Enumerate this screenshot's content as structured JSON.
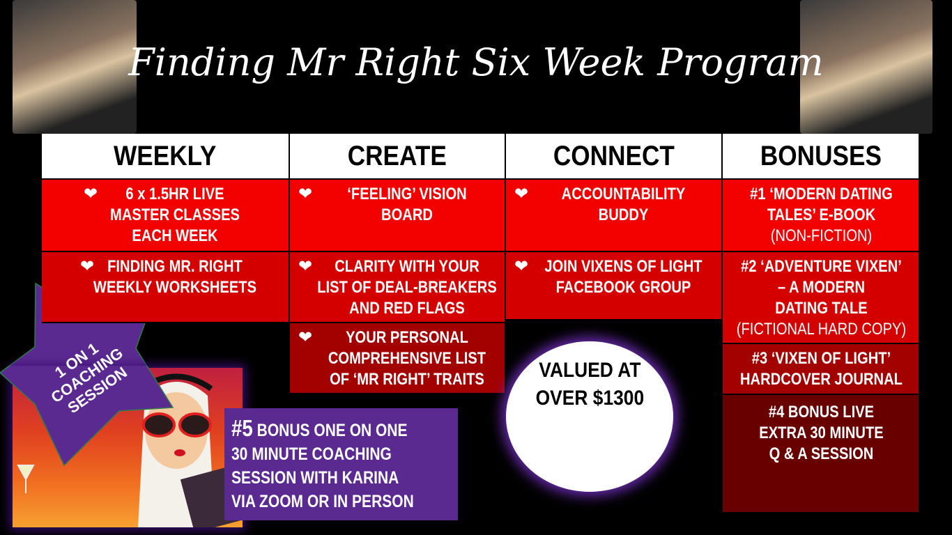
{
  "title": "Finding Mr Right Six Week Program",
  "columns": [
    {
      "header": "WEEKLY",
      "items": [
        "6 x 1.5HR LIVE\nMASTER CLASSES\nEACH WEEK",
        "FINDING MR. RIGHT\nWEEKLY WORKSHEETS"
      ]
    },
    {
      "header": "CREATE",
      "items": [
        "‘FEELING’ VISION\nBOARD",
        "CLARITY WITH YOUR\nLIST OF DEAL-BREAKERS\nAND RED FLAGS",
        "YOUR PERSONAL\nCOMPREHENSIVE LIST\nOF ‘MR RIGHT’ TRAITS"
      ]
    },
    {
      "header": "CONNECT",
      "items": [
        "ACCOUNTABILITY\nBUDDY",
        "JOIN VIXENS OF LIGHT\nFACEBOOK GROUP"
      ]
    },
    {
      "header": "BONUSES",
      "items": [
        {
          "num": "#1",
          "text": "‘MODERN DATING\nTALES’ E-BOOK",
          "note": "(NON-FICTION)"
        },
        {
          "num": "#2",
          "text": "‘ADVENTURE VIXEN’\n– A MODERN\nDATING TALE",
          "note": "(FICTIONAL HARD COPY)"
        },
        {
          "num": "#3",
          "text": "‘VIXEN OF LIGHT’\nHARDCOVER JOURNAL",
          "note": ""
        },
        {
          "num": "#4",
          "text": "BONUS LIVE\nEXTRA 30 MINUTE\nQ & A SESSION",
          "note": ""
        }
      ]
    }
  ],
  "value_badge": "VALUED AT\nOVER $1300",
  "star_badge": "1 ON 1\nCOACHING\nSESSION",
  "bonus5": {
    "num": "#5",
    "text": "BONUS ONE ON ONE\n30 MINUTE COACHING\nSESSION WITH KARINA\nVIA ZOOM OR IN PERSON"
  },
  "icons": {
    "bullet": "heart-icon"
  },
  "colors": {
    "red1": "#f20000",
    "red2": "#d40000",
    "red3": "#a30000",
    "red4": "#680000",
    "purple": "#5b2a91"
  }
}
